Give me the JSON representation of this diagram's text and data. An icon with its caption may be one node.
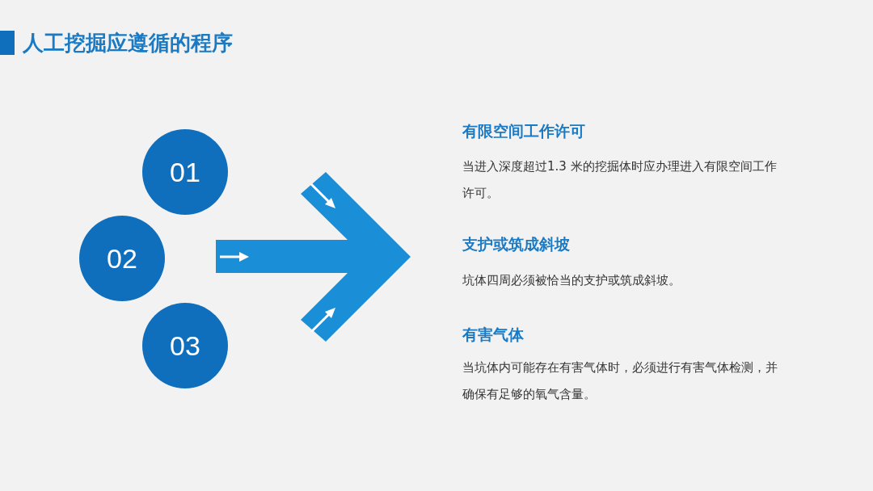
{
  "diagram": {
    "title": "人工挖掘应遵循的程序",
    "nodes": [
      {
        "text": [
          "01"
        ]
      },
      {
        "text": [
          "02"
        ]
      },
      {
        "text": [
          "03"
        ]
      }
    ],
    "edges": [],
    "labels": [
      "有限空间工作许可",
      "当进入深度超过1.3 米的挖掘体时应办理进入有限空间工作许可。",
      "支护或筑成斜坡",
      "坑体四周必须被恰当的支护或筑成斜坡。",
      "有害气体",
      "当坑体内可能存在有害气体时，必须进行有害气体检测，并确保有足够的氧气含量。"
    ]
  }
}
